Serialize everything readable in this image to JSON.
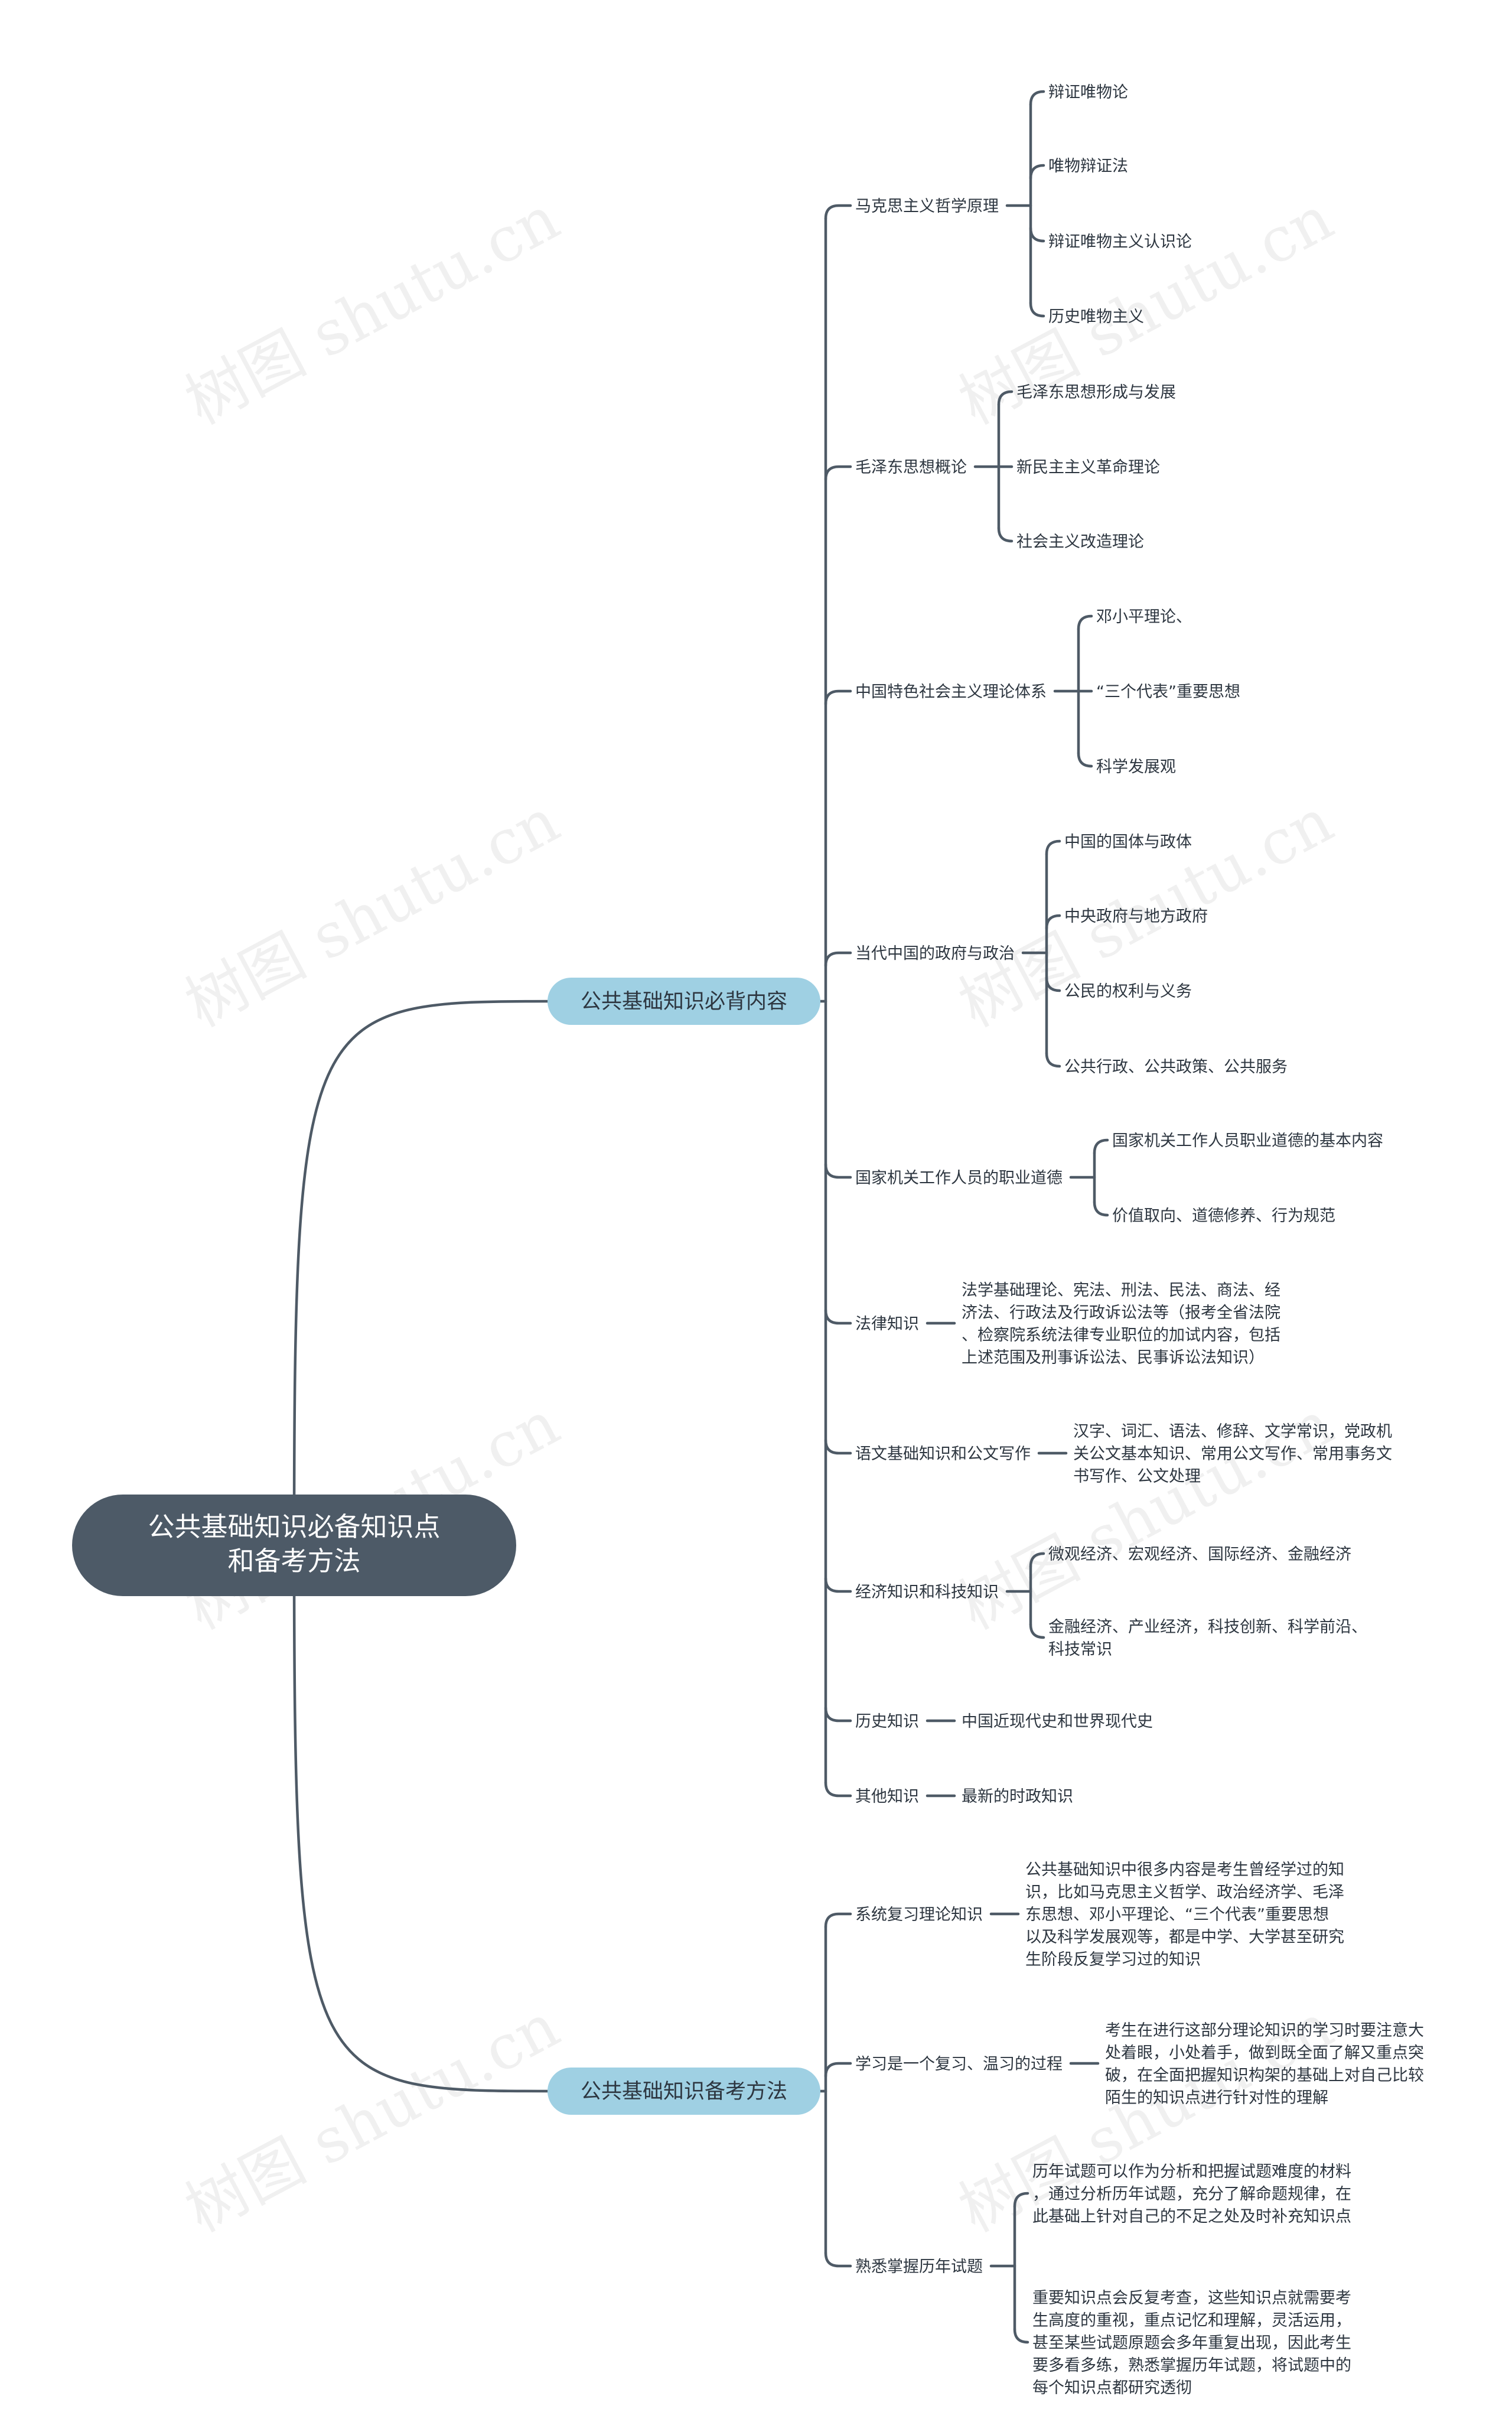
{
  "watermark": {
    "text": "树图 shutu.cn"
  },
  "root": {
    "lines": [
      "公共基础知识必备知识点",
      "和备考方法"
    ]
  },
  "branches": [
    {
      "label": "公共基础知识必背内容",
      "topics": [
        {
          "label": "马克思主义哲学原理",
          "items": [
            [
              "辩证唯物论"
            ],
            [
              "唯物辩证法"
            ],
            [
              "辩证唯物主义认识论"
            ],
            [
              "历史唯物主义"
            ]
          ]
        },
        {
          "label": "毛泽东思想概论",
          "items": [
            [
              "毛泽东思想形成与发展"
            ],
            [
              "新民主主义革命理论"
            ],
            [
              "社会主义改造理论"
            ]
          ]
        },
        {
          "label": "中国特色社会主义理论体系",
          "items": [
            [
              "邓小平理论、"
            ],
            [
              "“三个代表”重要思想"
            ],
            [
              "科学发展观"
            ]
          ]
        },
        {
          "label": "当代中国的政府与政治",
          "items": [
            [
              "中国的国体与政体"
            ],
            [
              "中央政府与地方政府"
            ],
            [
              "公民的权利与义务"
            ],
            [
              "公共行政、公共政策、公共服务"
            ]
          ]
        },
        {
          "label": "国家机关工作人员的职业道德",
          "items": [
            [
              "国家机关工作人员职业道德的基本内容"
            ],
            [
              "价值取向、道德修养、行为规范"
            ]
          ]
        },
        {
          "label": "法律知识",
          "items": [
            [
              "法学基础理论、宪法、刑法、民法、商法、经",
              "济法、行政法及行政诉讼法等（报考全省法院",
              "、检察院系统法律专业职位的加试内容，包括",
              "上述范围及刑事诉讼法、民事诉讼法知识）"
            ]
          ]
        },
        {
          "label": "语文基础知识和公文写作",
          "items": [
            [
              "汉字、词汇、语法、修辞、文学常识，党政机",
              "关公文基本知识、常用公文写作、常用事务文",
              "书写作、公文处理"
            ]
          ]
        },
        {
          "label": "经济知识和科技知识",
          "items": [
            [
              "微观经济、宏观经济、国际经济、金融经济"
            ],
            [
              "金融经济、产业经济，科技创新、科学前沿、",
              "科技常识"
            ]
          ]
        },
        {
          "label": "历史知识",
          "items": [
            [
              "中国近现代史和世界现代史"
            ]
          ]
        },
        {
          "label": "其他知识",
          "items": [
            [
              "最新的时政知识"
            ]
          ]
        }
      ]
    },
    {
      "label": "公共基础知识备考方法",
      "topics": [
        {
          "label": "系统复习理论知识",
          "items": [
            [
              "公共基础知识中很多内容是考生曾经学过的知",
              "识，比如马克思主义哲学、政治经济学、毛泽",
              "东思想、邓小平理论、“三个代表”重要思想",
              "以及科学发展观等，都是中学、大学甚至研究",
              "生阶段反复学习过的知识"
            ]
          ]
        },
        {
          "label": "学习是一个复习、温习的过程",
          "items": [
            [
              "考生在进行这部分理论知识的学习时要注意大",
              "处着眼，小处着手，做到既全面了解又重点突",
              "破，在全面把握知识构架的基础上对自己比较",
              "陌生的知识点进行针对性的理解"
            ]
          ]
        },
        {
          "label": "熟悉掌握历年试题",
          "items": [
            [
              "历年试题可以作为分析和把握试题难度的材料",
              "，通过分析历年试题，充分了解命题规律，在",
              "此基础上针对自己的不足之处及时补充知识点"
            ],
            [
              "重要知识点会反复考查，这些知识点就需要考",
              "生高度的重视，重点记忆和理解，灵活运用，",
              "甚至某些试题原题会多年重复出现，因此考生",
              "要多看多练，熟悉掌握历年试题，将试题中的",
              "每个知识点都研究透彻"
            ]
          ]
        }
      ]
    }
  ]
}
